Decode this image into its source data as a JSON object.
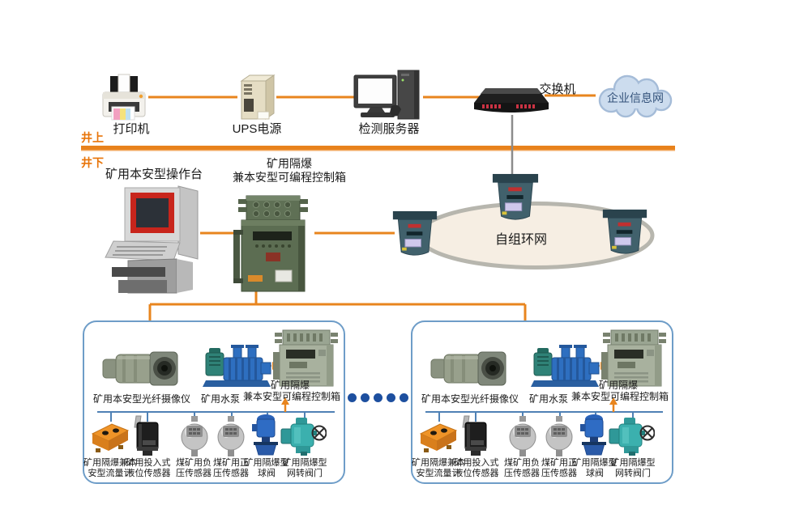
{
  "surface": {
    "printer": "打印机",
    "ups": "UPS电源",
    "server": "检测服务器",
    "switch": "交换机",
    "cloud": "企业信息网"
  },
  "divider": {
    "above_label": "井上",
    "below_label": "井下"
  },
  "underground": {
    "console": "矿用本安型操作台",
    "plc_line1": "矿用隔爆",
    "plc_line2": "兼本安型可编程控制箱",
    "ring": "自组环网"
  },
  "station": {
    "camera": "矿用本安型光纤摄像仪",
    "pump": "矿用水泵",
    "plc_line1": "矿用隔爆",
    "plc_line2": "兼本安型可编程控制箱",
    "devices": [
      {
        "line1": "矿用隔爆兼本",
        "line2": "安型流量计"
      },
      {
        "line1": "矿用投入式",
        "line2": "液位传感器"
      },
      {
        "line1": "煤矿用负",
        "line2": "压传感器"
      },
      {
        "line1": "煤矿用正",
        "line2": "压传感器"
      },
      {
        "line1": "矿用隔爆型",
        "line2": "球阀"
      },
      {
        "line1": "矿用隔爆型",
        "line2": "网转阀门"
      }
    ]
  },
  "colors": {
    "line_orange": "#e8851e",
    "divider_orange": "#e8821c",
    "label_orange": "#e8750a",
    "box_border_blue": "#6e9dc8",
    "bus_blue": "#4f81b5",
    "dots_blue": "#1d4f9f",
    "ring_fill": "#f6eee3",
    "ring_stroke": "#b7b6ae",
    "cloud_fill": "#ccdcee",
    "cloud_stroke": "#a5bcd8",
    "text_dark": "#1a1a1a"
  }
}
